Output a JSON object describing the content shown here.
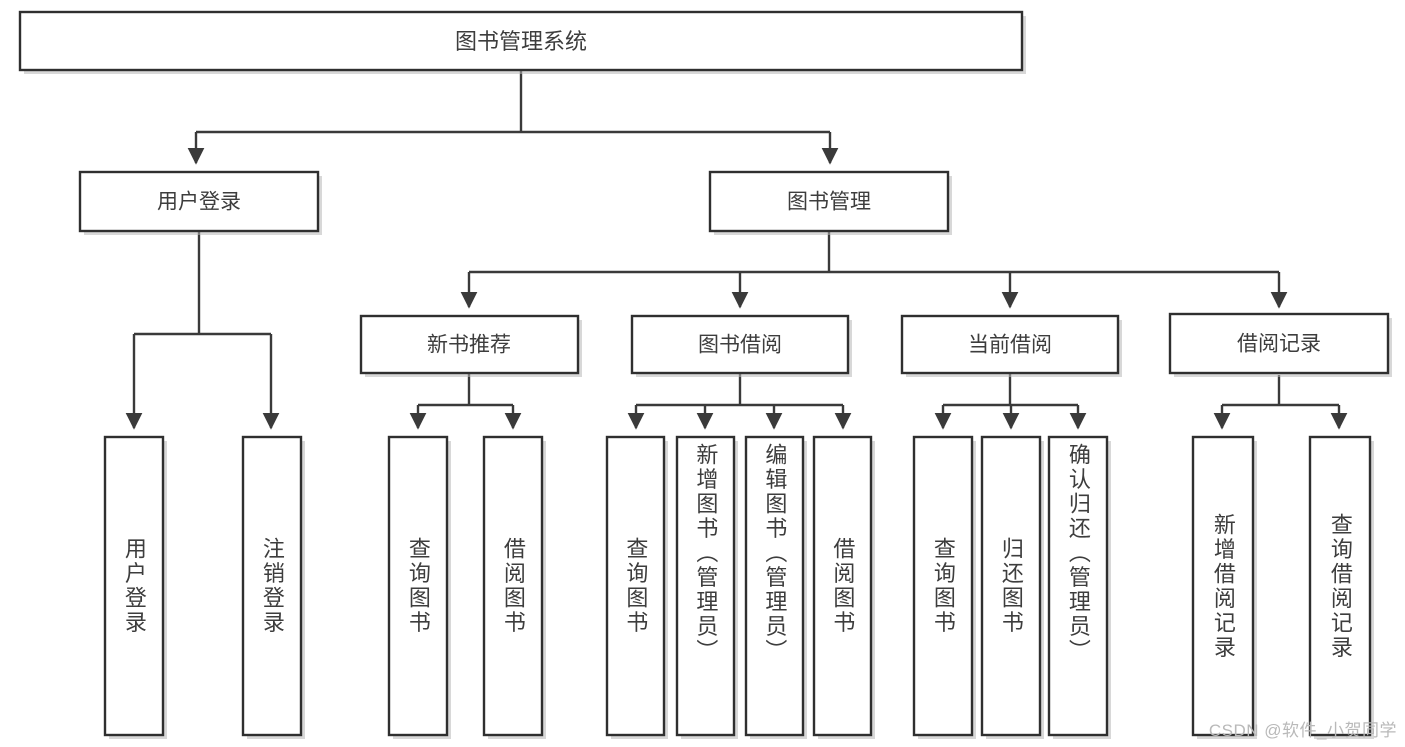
{
  "diagram": {
    "title": "图书管理系统",
    "watermark": "CSDN @软件_小贺同学",
    "colors": {
      "stroke": "#3a3a3a",
      "box_border": "#2f2f2f",
      "text": "#3d3d3d",
      "background": "#ffffff",
      "watermark": "#b9b9b9"
    },
    "root": {
      "label": "图书管理系统"
    },
    "level2": [
      {
        "label": "用户登录"
      },
      {
        "label": "图书管理"
      }
    ],
    "level3": [
      {
        "label": "新书推荐"
      },
      {
        "label": "图书借阅"
      },
      {
        "label": "当前借阅"
      },
      {
        "label": "借阅记录"
      }
    ],
    "leaves": {
      "user_login": [
        {
          "label": "用户登录"
        },
        {
          "label": "注销登录"
        }
      ],
      "new_book_recommend": [
        {
          "label": "查询图书"
        },
        {
          "label": "借阅图书"
        }
      ],
      "book_borrow": [
        {
          "label": "查询图书"
        },
        {
          "label": "新增图书（管理员）"
        },
        {
          "label": "编辑图书（管理员）"
        },
        {
          "label": "借阅图书"
        }
      ],
      "current_borrow": [
        {
          "label": "查询图书"
        },
        {
          "label": "归还图书"
        },
        {
          "label": "确认归还（管理员）"
        }
      ],
      "borrow_record": [
        {
          "label": "新增借阅记录"
        },
        {
          "label": "查询借阅记录"
        }
      ]
    }
  }
}
